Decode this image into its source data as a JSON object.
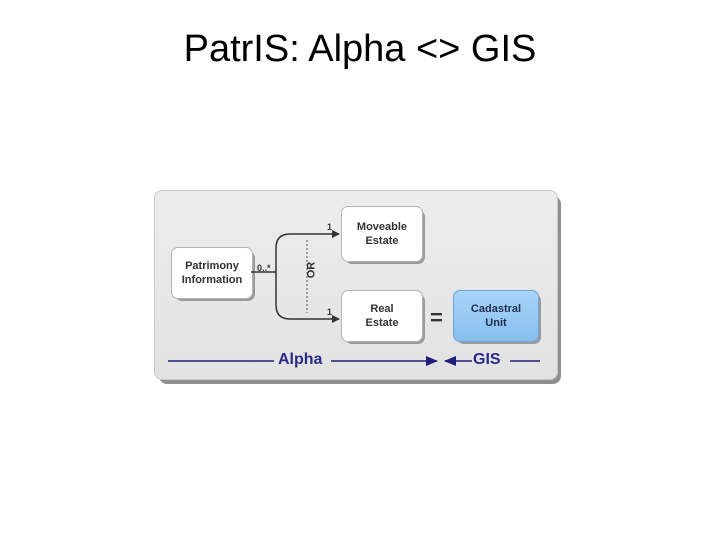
{
  "title": "PatrIS: Alpha <> GIS",
  "boxes": {
    "patrimony": [
      "Patrimony",
      "Information"
    ],
    "moveable": [
      "Moveable",
      "Estate"
    ],
    "real": [
      "Real",
      "Estate"
    ],
    "cadastral": [
      "Cadastral",
      "Unit"
    ]
  },
  "multiplicity": {
    "source": "0..*",
    "moveable": "1",
    "real": "1"
  },
  "or_label": "OR",
  "equals": "=",
  "axis": {
    "left_label": "Alpha",
    "right_label": "GIS"
  },
  "colors": {
    "panel": "#e6e6e6",
    "cadastral_fill": "#99c9f4",
    "axis_line": "#1f1f7a"
  }
}
